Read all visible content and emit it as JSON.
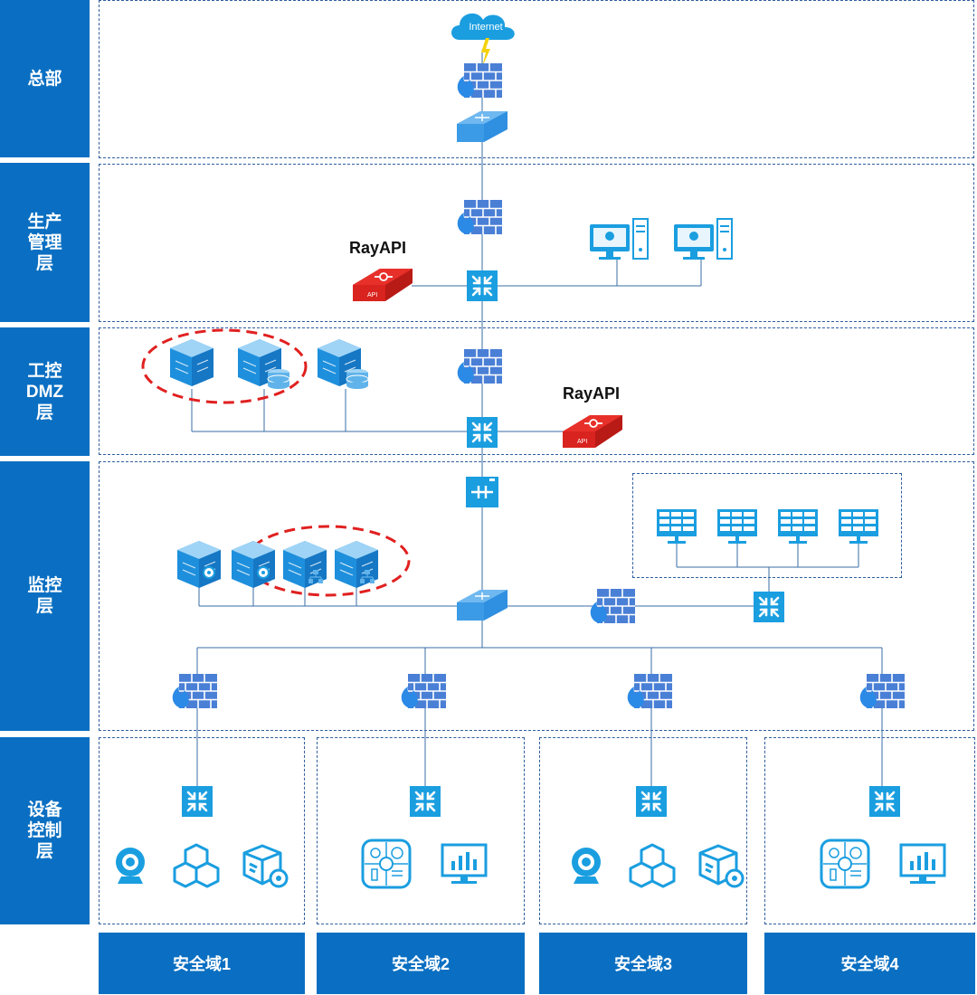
{
  "layers": [
    {
      "id": "hq",
      "label": "总部"
    },
    {
      "id": "production",
      "label": "生产管理层"
    },
    {
      "id": "dmz",
      "label": "工控DMZ层"
    },
    {
      "id": "monitoring",
      "label": "监控层"
    },
    {
      "id": "device",
      "label": "设备控制层"
    }
  ],
  "domains": [
    "安全域1",
    "安全域2",
    "安全域3",
    "安全域4"
  ],
  "rayapi_label": "RayAPI",
  "rayapi_badge": "API",
  "internet_label": "Internet",
  "colors": {
    "label_bg": "#0a6fc2",
    "device_blue": "#1a9ee0",
    "firewall": "#3b6cc4",
    "rayapi_red": "#d9231f",
    "highlight_ellipse": "#e02020",
    "line": "#3a6ea5"
  }
}
